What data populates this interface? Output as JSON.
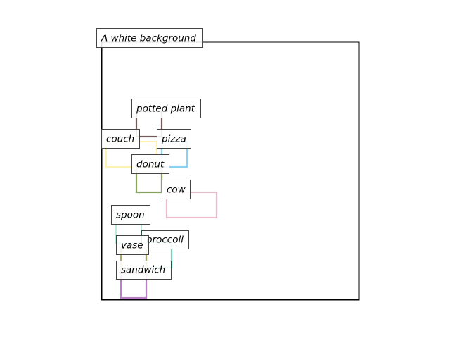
{
  "scene": {
    "caption": "A white background",
    "frame_color": "#000000",
    "objects": [
      {
        "label": "potted plant",
        "color": "#5a3e3e"
      },
      {
        "label": "couch",
        "color": "#fff0a8"
      },
      {
        "label": "pizza",
        "color": "#7dcdf0"
      },
      {
        "label": "donut",
        "color": "#7a9a4a"
      },
      {
        "label": "cow",
        "color": "#e8b4c8"
      },
      {
        "label": "spoon",
        "color": "#b8e8d8"
      },
      {
        "label": "broccoli",
        "color": "#5ed0b0"
      },
      {
        "label": "vase",
        "color": "#a8a058"
      },
      {
        "label": "sandwich",
        "color": "#b070c0"
      }
    ]
  }
}
